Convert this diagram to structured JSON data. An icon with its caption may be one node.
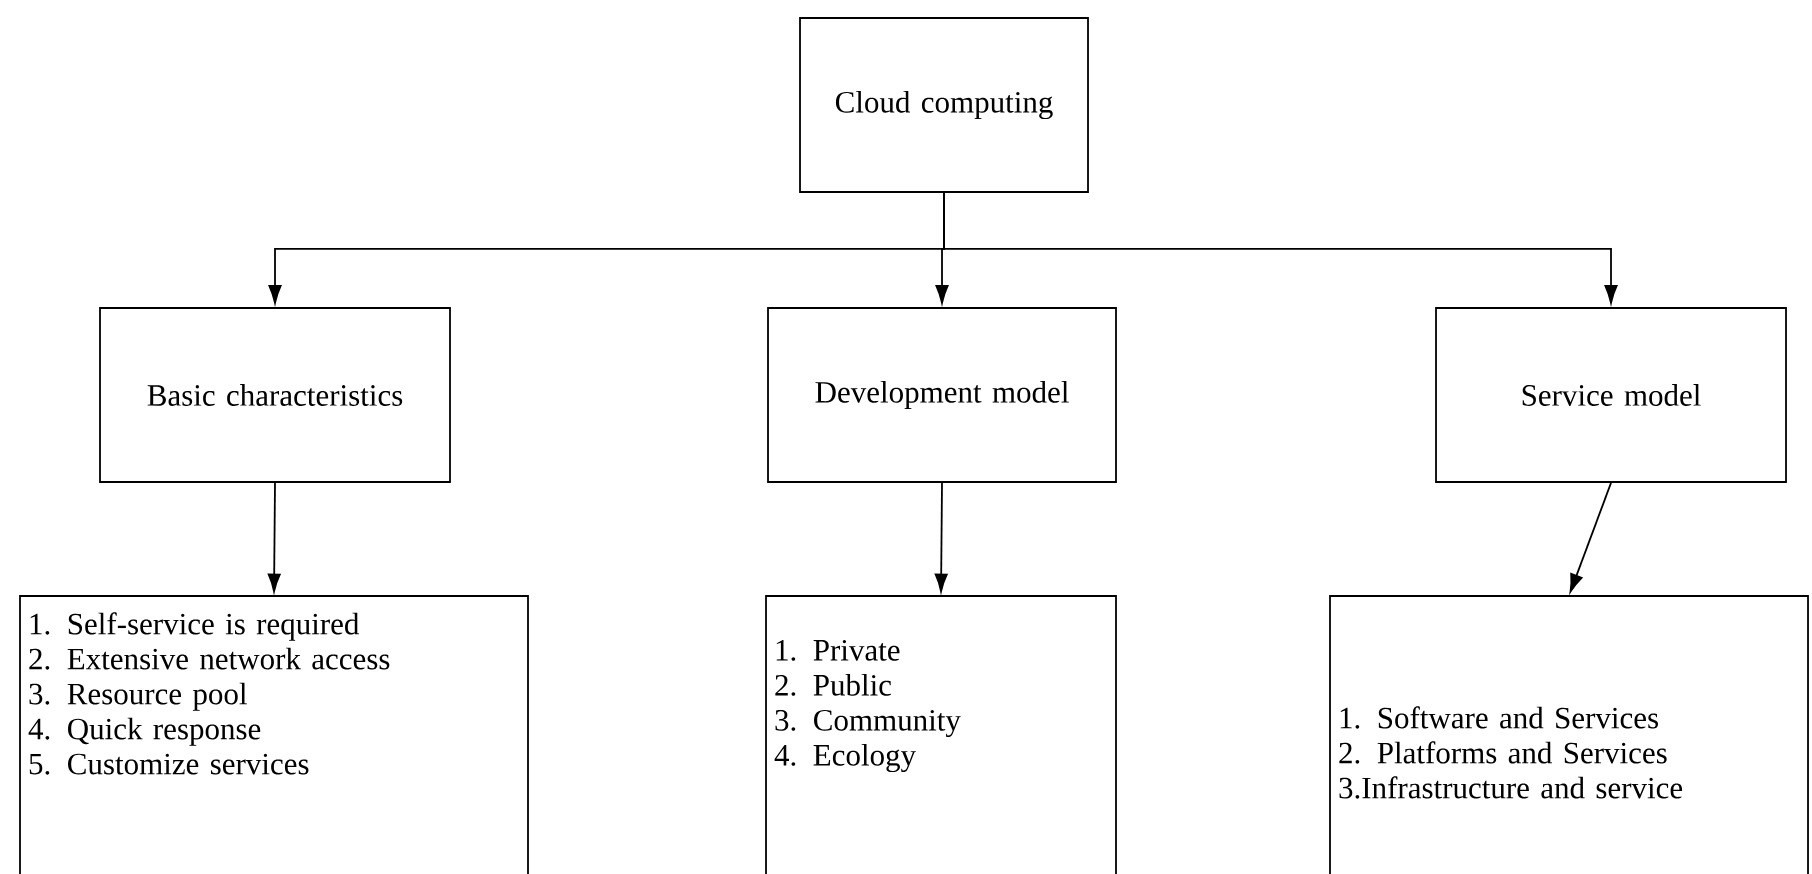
{
  "diagram": {
    "nodes": [
      {
        "text": [
          "Cloud computing"
        ]
      },
      {
        "text": [
          "Basic characteristics"
        ]
      },
      {
        "text": [
          "Development model"
        ]
      },
      {
        "text": [
          "Service model"
        ]
      },
      {
        "text": [
          "1. Self-service is required",
          "2. Extensive network access",
          "3. Resource pool",
          "4. Quick response",
          "5. Customize services"
        ]
      },
      {
        "text": [
          "1. Private",
          "2. Public",
          "3. Community",
          "4. Ecology"
        ]
      },
      {
        "text": [
          "1. Software and Services",
          "2. Platforms and Services",
          "3.Infrastructure and service"
        ]
      }
    ],
    "edges": [
      {
        "from": 0,
        "to": 1,
        "arrow": "to"
      },
      {
        "from": 0,
        "to": 2,
        "arrow": "to"
      },
      {
        "from": 0,
        "to": 3,
        "arrow": "to"
      },
      {
        "from": 1,
        "to": 4,
        "arrow": "to"
      },
      {
        "from": 2,
        "to": 5,
        "arrow": "to"
      },
      {
        "from": 3,
        "to": 6,
        "arrow": "to"
      }
    ]
  }
}
